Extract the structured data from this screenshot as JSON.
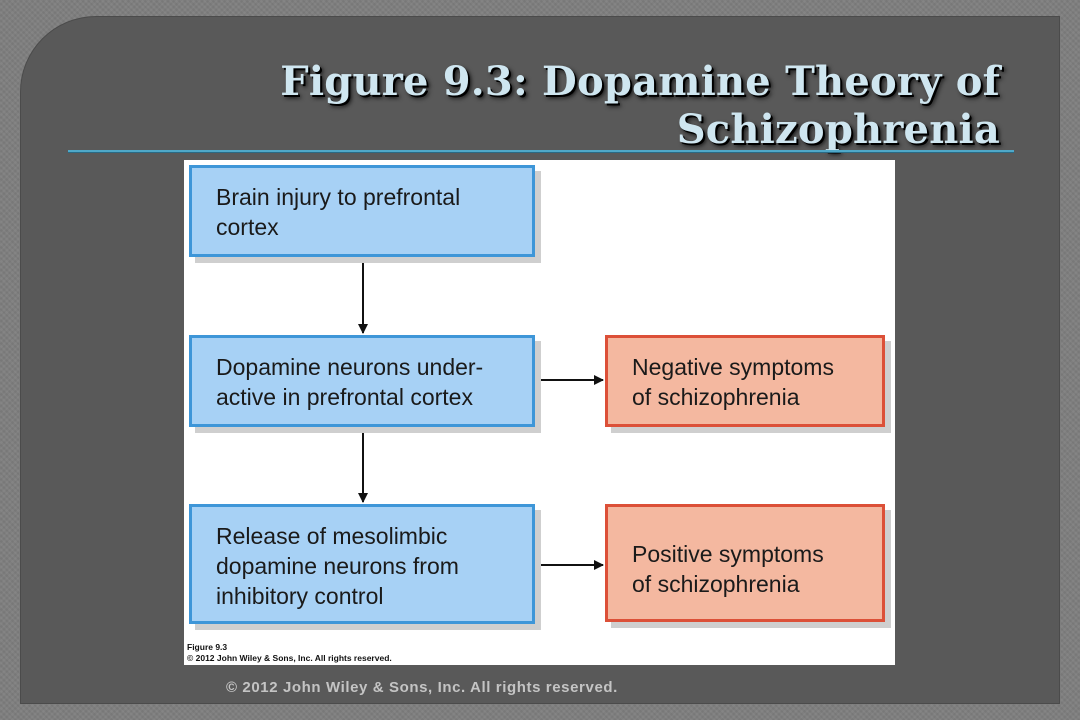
{
  "slide": {
    "title": "Figure 9.3: Dopamine Theory of Schizophrenia",
    "footer": "© 2012 John Wiley & Sons, Inc. All rights reserved."
  },
  "figure": {
    "boxes": {
      "brain_injury": "Brain injury to prefrontal\ncortex",
      "dopamine_underactive": "Dopamine neurons under-\nactive in prefrontal cortex",
      "mesolimbic_release": "Release of mesolimbic\ndopamine neurons from\ninhibitory control",
      "negative_symptoms": "Negative symptoms\nof schizophrenia",
      "positive_symptoms": "Positive symptoms\nof schizophrenia"
    },
    "caption_label": "Figure 9.3",
    "caption_copyright": "© 2012 John Wiley & Sons, Inc. All rights reserved."
  },
  "colors": {
    "cause_box_fill": "#a7d1f5",
    "cause_box_border": "#3e96d8",
    "symptom_box_fill": "#f4b8a0",
    "symptom_box_border": "#dc5038",
    "title_text": "#cfe6f0",
    "rule_line": "#4fa8c8"
  }
}
